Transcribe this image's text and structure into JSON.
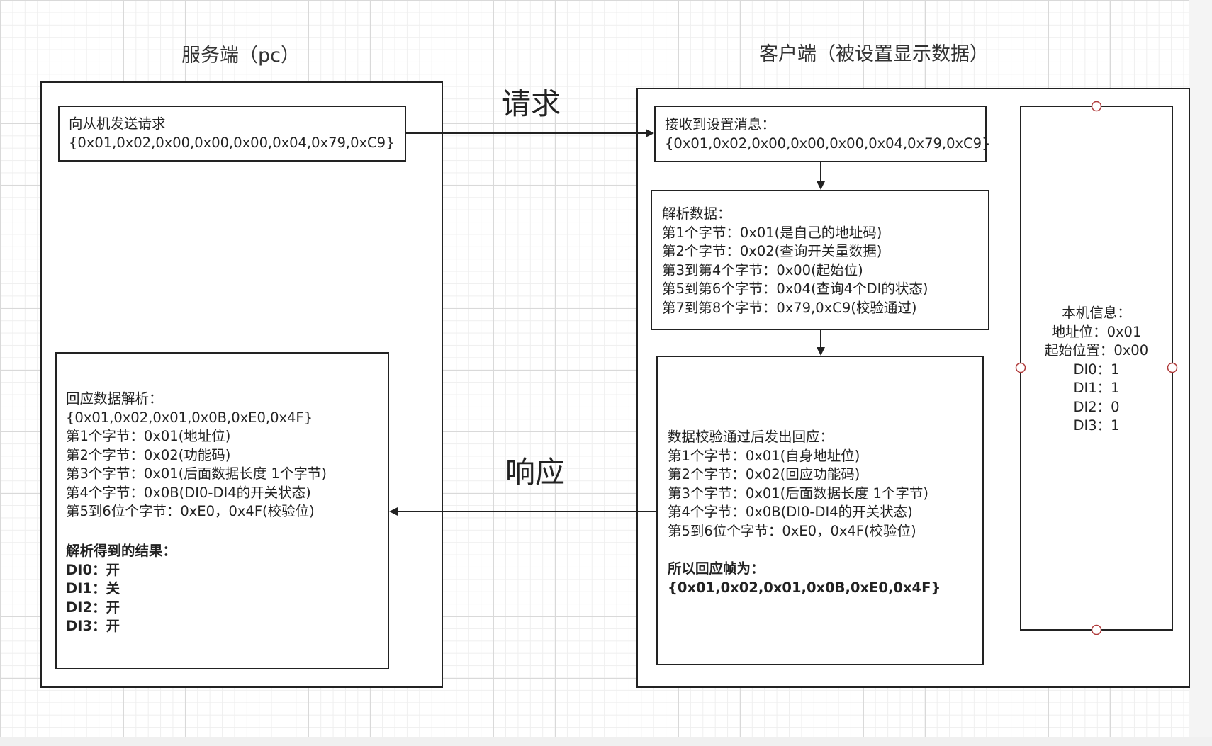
{
  "server": {
    "title": "服务端（pc）",
    "request_box": {
      "lines": [
        "向从机发送请求",
        "{0x01,0x02,0x00,0x00,0x00,0x04,0x79,0xC9}"
      ]
    },
    "response_box": {
      "lines": [
        "回应数据解析：",
        "{0x01,0x02,0x01,0x0B,0xE0,0x4F}",
        "第1个字节：0x01(地址位)",
        "第2个字节：0x02(功能码)",
        "第3个字节：0x01(后面数据长度 1个字节)",
        "第4个字节：0x0B(DI0-DI4的开关状态)",
        "第5到6位个字节：0xE0，0x4F(校验位)"
      ],
      "result_lines": [
        "解析得到的结果：",
        "DI0：开",
        "DI1：关",
        "DI2：开",
        "DI3：开"
      ]
    }
  },
  "client": {
    "title": "客户端（被设置显示数据）",
    "receive_box": {
      "lines": [
        "接收到设置消息：",
        "{0x01,0x02,0x00,0x00,0x00,0x04,0x79,0xC9}"
      ]
    },
    "parse_box": {
      "lines": [
        "解析数据：",
        "第1个字节：0x01(是自己的地址码)",
        "第2个字节：0x02(查询开关量数据)",
        "第3到第4个字节：0x00(起始位)",
        "第5到第6个字节：0x04(查询4个DI的状态)",
        "第7到第8个字节：0x79,0xC9(校验通过)"
      ]
    },
    "reply_box": {
      "lines": [
        "数据校验通过后发出回应：",
        "第1个字节：0x01(自身地址位)",
        "第2个字节：0x02(回应功能码)",
        "第3个字节：0x01(后面数据长度 1个字节)",
        "第4个字节：0x0B(DI0-DI4的开关状态)",
        "第5到6位个字节：0xE0，0x4F(校验位)"
      ],
      "frame_lines": [
        "所以回应帧为：",
        "{0x01,0x02,0x01,0x0B,0xE0,0x4F}"
      ]
    },
    "info_box": {
      "lines": [
        "本机信息：",
        "地址位：0x01",
        "起始位置：0x00",
        "DI0：1",
        "DI1：1",
        "DI2：0",
        "DI3：1"
      ]
    }
  },
  "arrows": {
    "request_label": "请求",
    "response_label": "响应"
  },
  "colors": {
    "stroke": "#222222",
    "handle": "#b03a3a",
    "grid": "#d9d9d9"
  }
}
